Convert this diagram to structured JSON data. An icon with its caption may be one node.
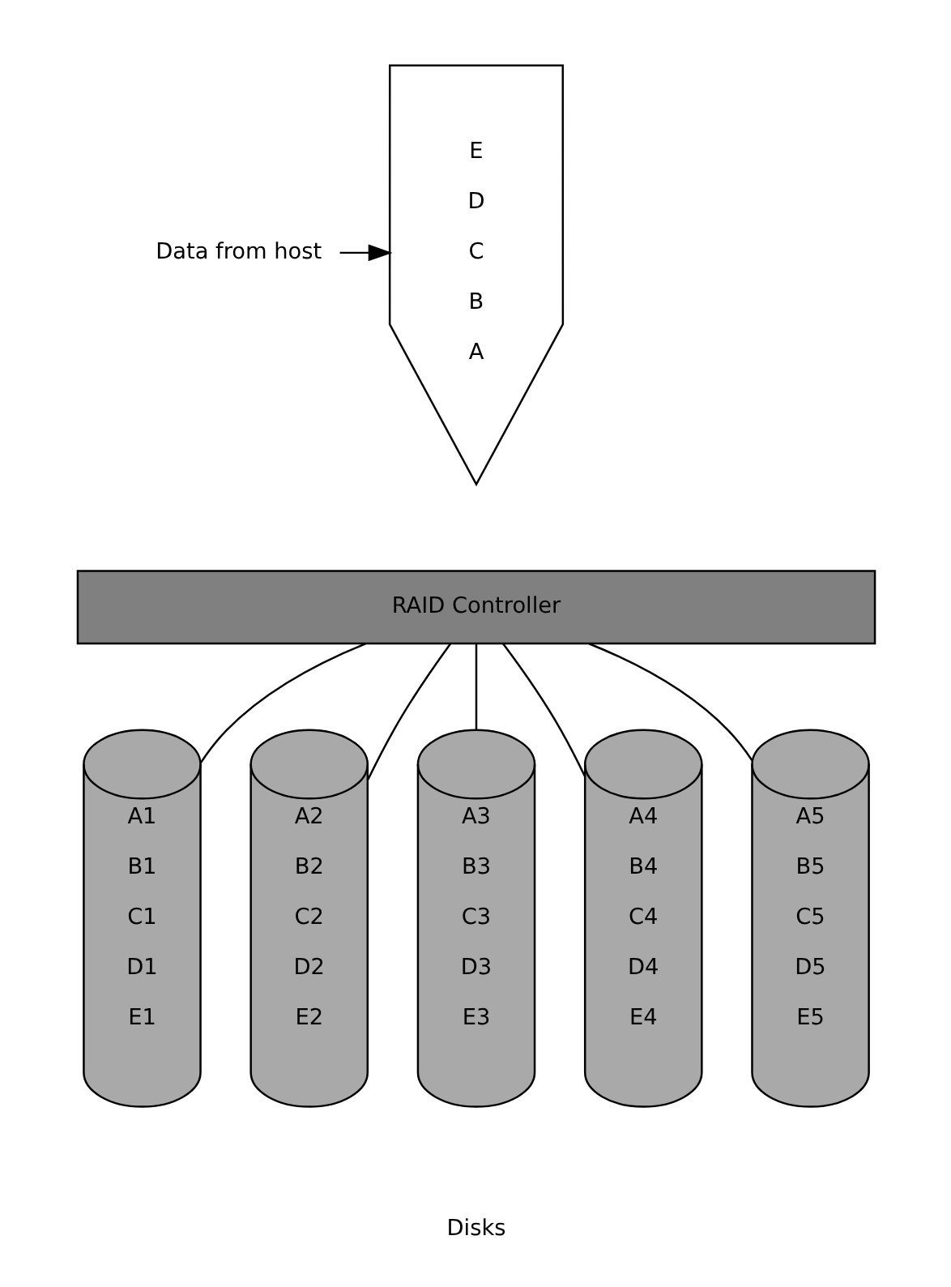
{
  "diagram": {
    "nodes": [
      {
        "text": [
          "E",
          "D",
          "C",
          "B",
          "A"
        ]
      },
      {
        "text": [
          "Data from host"
        ]
      },
      {
        "text": [
          "RAID Controller"
        ]
      },
      {
        "text": [
          "A1",
          "B1",
          "C1",
          "D1",
          "E1"
        ]
      },
      {
        "text": [
          "A2",
          "B2",
          "C2",
          "D2",
          "E2"
        ]
      },
      {
        "text": [
          "A3",
          "B3",
          "C3",
          "D3",
          "E3"
        ]
      },
      {
        "text": [
          "A4",
          "B4",
          "C4",
          "D4",
          "E4"
        ]
      },
      {
        "text": [
          "A5",
          "B5",
          "C5",
          "D5",
          "E5"
        ]
      }
    ],
    "edges": [
      {
        "from": 1,
        "to": 0,
        "arrow": "to"
      },
      {
        "from": 2,
        "to": 3,
        "arrow": "none"
      },
      {
        "from": 2,
        "to": 4,
        "arrow": "none"
      },
      {
        "from": 2,
        "to": 5,
        "arrow": "none"
      },
      {
        "from": 2,
        "to": 6,
        "arrow": "none"
      },
      {
        "from": 2,
        "to": 7,
        "arrow": "none"
      }
    ],
    "labels": [
      "Disks"
    ]
  }
}
